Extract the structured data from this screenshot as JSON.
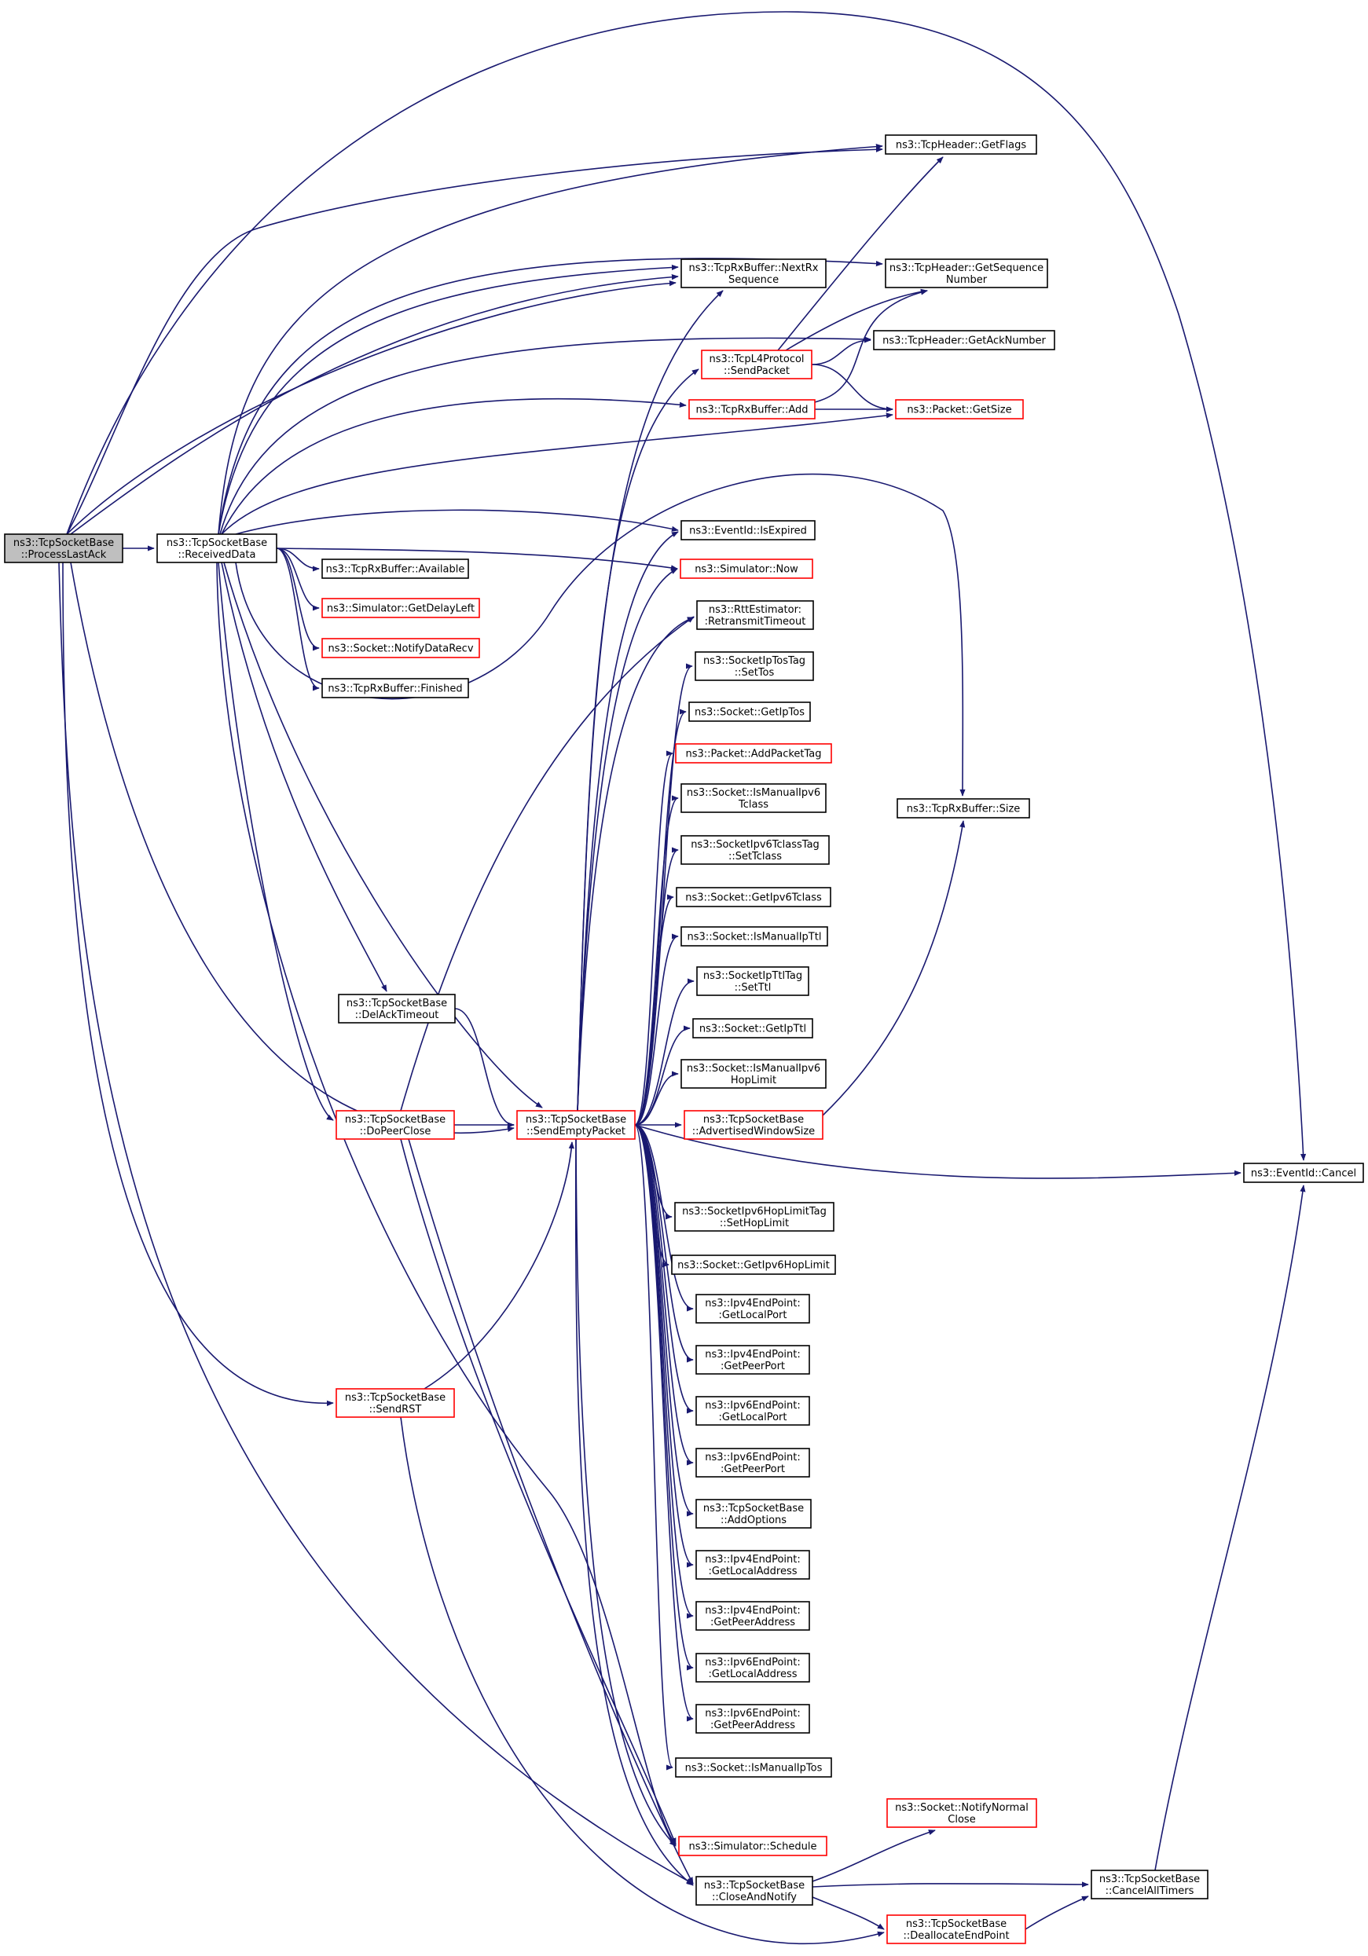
{
  "nodes": [
    {
      "id": "process_last_ack",
      "lines": [
        "ns3::TcpSocketBase",
        "::ProcessLastAck"
      ],
      "style": "root"
    },
    {
      "id": "received_data",
      "lines": [
        "ns3::TcpSocketBase",
        "::ReceivedData"
      ],
      "style": "black"
    },
    {
      "id": "get_flags",
      "lines": [
        "ns3::TcpHeader::GetFlags"
      ],
      "style": "black"
    },
    {
      "id": "next_rx_sequence",
      "lines": [
        "ns3::TcpRxBuffer::NextRx",
        "Sequence"
      ],
      "style": "black"
    },
    {
      "id": "get_sequence_number",
      "lines": [
        "ns3::TcpHeader::GetSequence",
        "Number"
      ],
      "style": "black"
    },
    {
      "id": "get_ack_number",
      "lines": [
        "ns3::TcpHeader::GetAckNumber"
      ],
      "style": "black"
    },
    {
      "id": "tcp_l4_send_packet",
      "lines": [
        "ns3::TcpL4Protocol",
        "::SendPacket"
      ],
      "style": "red"
    },
    {
      "id": "rx_buffer_add",
      "lines": [
        "ns3::TcpRxBuffer::Add"
      ],
      "style": "red"
    },
    {
      "id": "packet_get_size",
      "lines": [
        "ns3::Packet::GetSize"
      ],
      "style": "red"
    },
    {
      "id": "eventid_is_expired",
      "lines": [
        "ns3::EventId::IsExpired"
      ],
      "style": "black"
    },
    {
      "id": "rx_buffer_available",
      "lines": [
        "ns3::TcpRxBuffer::Available"
      ],
      "style": "black"
    },
    {
      "id": "simulator_now",
      "lines": [
        "ns3::Simulator::Now"
      ],
      "style": "red"
    },
    {
      "id": "simulator_get_delay_left",
      "lines": [
        "ns3::Simulator::GetDelayLeft"
      ],
      "style": "red"
    },
    {
      "id": "rtt_retransmit_timeout",
      "lines": [
        "ns3::RttEstimator:",
        ":RetransmitTimeout"
      ],
      "style": "black"
    },
    {
      "id": "socket_notify_data_recv",
      "lines": [
        "ns3::Socket::NotifyDataRecv"
      ],
      "style": "red"
    },
    {
      "id": "socket_ip_tos_tag_set_tos",
      "lines": [
        "ns3::SocketIpTosTag",
        "::SetTos"
      ],
      "style": "black"
    },
    {
      "id": "rx_buffer_finished",
      "lines": [
        "ns3::TcpRxBuffer::Finished"
      ],
      "style": "black"
    },
    {
      "id": "socket_get_ip_tos",
      "lines": [
        "ns3::Socket::GetIpTos"
      ],
      "style": "black"
    },
    {
      "id": "packet_add_packet_tag",
      "lines": [
        "ns3::Packet::AddPacketTag"
      ],
      "style": "red"
    },
    {
      "id": "socket_is_manual_ipv6_tclass",
      "lines": [
        "ns3::Socket::IsManualIpv6",
        "Tclass"
      ],
      "style": "black"
    },
    {
      "id": "rx_buffer_size",
      "lines": [
        "ns3::TcpRxBuffer::Size"
      ],
      "style": "black"
    },
    {
      "id": "socket_ipv6_tclass_tag_set_tclass",
      "lines": [
        "ns3::SocketIpv6TclassTag",
        "::SetTclass"
      ],
      "style": "black"
    },
    {
      "id": "socket_get_ipv6_tclass",
      "lines": [
        "ns3::Socket::GetIpv6Tclass"
      ],
      "style": "black"
    },
    {
      "id": "socket_is_manual_ip_ttl",
      "lines": [
        "ns3::Socket::IsManualIpTtl"
      ],
      "style": "black"
    },
    {
      "id": "socket_ip_ttl_tag_set_ttl",
      "lines": [
        "ns3::SocketIpTtlTag",
        "::SetTtl"
      ],
      "style": "black"
    },
    {
      "id": "del_ack_timeout",
      "lines": [
        "ns3::TcpSocketBase",
        "::DelAckTimeout"
      ],
      "style": "black"
    },
    {
      "id": "socket_get_ip_ttl",
      "lines": [
        "ns3::Socket::GetIpTtl"
      ],
      "style": "black"
    },
    {
      "id": "socket_is_manual_ipv6_hop_limit",
      "lines": [
        "ns3::Socket::IsManualIpv6",
        "HopLimit"
      ],
      "style": "black"
    },
    {
      "id": "do_peer_close",
      "lines": [
        "ns3::TcpSocketBase",
        "::DoPeerClose"
      ],
      "style": "red"
    },
    {
      "id": "send_empty_packet",
      "lines": [
        "ns3::TcpSocketBase",
        "::SendEmptyPacket"
      ],
      "style": "red"
    },
    {
      "id": "advertised_window_size",
      "lines": [
        "ns3::TcpSocketBase",
        "::AdvertisedWindowSize"
      ],
      "style": "red"
    },
    {
      "id": "eventid_cancel",
      "lines": [
        "ns3::EventId::Cancel"
      ],
      "style": "black"
    },
    {
      "id": "socket_ipv6_hop_limit_tag_set_hop_limit",
      "lines": [
        "ns3::SocketIpv6HopLimitTag",
        "::SetHopLimit"
      ],
      "style": "black"
    },
    {
      "id": "socket_get_ipv6_hop_limit",
      "lines": [
        "ns3::Socket::GetIpv6HopLimit"
      ],
      "style": "black"
    },
    {
      "id": "ipv4_endpoint_get_local_port",
      "lines": [
        "ns3::Ipv4EndPoint:",
        ":GetLocalPort"
      ],
      "style": "black"
    },
    {
      "id": "ipv4_endpoint_get_peer_port",
      "lines": [
        "ns3::Ipv4EndPoint:",
        ":GetPeerPort"
      ],
      "style": "black"
    },
    {
      "id": "send_rst",
      "lines": [
        "ns3::TcpSocketBase",
        "::SendRST"
      ],
      "style": "red"
    },
    {
      "id": "ipv6_endpoint_get_local_port",
      "lines": [
        "ns3::Ipv6EndPoint:",
        ":GetLocalPort"
      ],
      "style": "black"
    },
    {
      "id": "ipv6_endpoint_get_peer_port",
      "lines": [
        "ns3::Ipv6EndPoint:",
        ":GetPeerPort"
      ],
      "style": "black"
    },
    {
      "id": "add_options",
      "lines": [
        "ns3::TcpSocketBase",
        "::AddOptions"
      ],
      "style": "black"
    },
    {
      "id": "ipv4_endpoint_get_local_address",
      "lines": [
        "ns3::Ipv4EndPoint:",
        ":GetLocalAddress"
      ],
      "style": "black"
    },
    {
      "id": "ipv4_endpoint_get_peer_address",
      "lines": [
        "ns3::Ipv4EndPoint:",
        ":GetPeerAddress"
      ],
      "style": "black"
    },
    {
      "id": "ipv6_endpoint_get_local_address",
      "lines": [
        "ns3::Ipv6EndPoint:",
        ":GetLocalAddress"
      ],
      "style": "black"
    },
    {
      "id": "ipv6_endpoint_get_peer_address",
      "lines": [
        "ns3::Ipv6EndPoint:",
        ":GetPeerAddress"
      ],
      "style": "black"
    },
    {
      "id": "socket_is_manual_ip_tos",
      "lines": [
        "ns3::Socket::IsManualIpTos"
      ],
      "style": "black"
    },
    {
      "id": "socket_notify_normal_close",
      "lines": [
        "ns3::Socket::NotifyNormal",
        "Close"
      ],
      "style": "red"
    },
    {
      "id": "simulator_schedule",
      "lines": [
        "ns3::Simulator::Schedule"
      ],
      "style": "red"
    },
    {
      "id": "cancel_all_timers",
      "lines": [
        "ns3::TcpSocketBase",
        "::CancelAllTimers"
      ],
      "style": "black"
    },
    {
      "id": "close_and_notify",
      "lines": [
        "ns3::TcpSocketBase",
        "::CloseAndNotify"
      ],
      "style": "black"
    },
    {
      "id": "deallocate_end_point",
      "lines": [
        "ns3::TcpSocketBase",
        "::DeallocateEndPoint"
      ],
      "style": "red"
    }
  ],
  "edges": [
    [
      "process_last_ack",
      "received_data"
    ],
    [
      "process_last_ack",
      "get_flags"
    ],
    [
      "process_last_ack",
      "get_sequence_number"
    ],
    [
      "process_last_ack",
      "next_rx_sequence"
    ],
    [
      "process_last_ack",
      "eventid_cancel"
    ],
    [
      "process_last_ack",
      "send_empty_packet"
    ],
    [
      "process_last_ack",
      "send_rst"
    ],
    [
      "process_last_ack",
      "close_and_notify"
    ],
    [
      "received_data",
      "get_flags"
    ],
    [
      "received_data",
      "get_sequence_number"
    ],
    [
      "received_data",
      "next_rx_sequence"
    ],
    [
      "received_data",
      "get_ack_number"
    ],
    [
      "received_data",
      "rx_buffer_add"
    ],
    [
      "received_data",
      "packet_get_size"
    ],
    [
      "received_data",
      "eventid_is_expired"
    ],
    [
      "received_data",
      "simulator_now"
    ],
    [
      "received_data",
      "rx_buffer_available"
    ],
    [
      "received_data",
      "simulator_get_delay_left"
    ],
    [
      "received_data",
      "socket_notify_data_recv"
    ],
    [
      "received_data",
      "rx_buffer_finished"
    ],
    [
      "received_data",
      "rx_buffer_size"
    ],
    [
      "received_data",
      "del_ack_timeout"
    ],
    [
      "received_data",
      "do_peer_close"
    ],
    [
      "received_data",
      "send_empty_packet"
    ],
    [
      "received_data",
      "simulator_schedule"
    ],
    [
      "tcp_l4_send_packet",
      "get_flags"
    ],
    [
      "tcp_l4_send_packet",
      "get_sequence_number"
    ],
    [
      "tcp_l4_send_packet",
      "get_ack_number"
    ],
    [
      "tcp_l4_send_packet",
      "packet_get_size"
    ],
    [
      "rx_buffer_add",
      "get_sequence_number"
    ],
    [
      "rx_buffer_add",
      "packet_get_size"
    ],
    [
      "del_ack_timeout",
      "send_empty_packet"
    ],
    [
      "do_peer_close",
      "send_empty_packet"
    ],
    [
      "do_peer_close",
      "rtt_retransmit_timeout"
    ],
    [
      "do_peer_close",
      "simulator_schedule"
    ],
    [
      "do_peer_close",
      "close_and_notify"
    ],
    [
      "send_rst",
      "send_empty_packet"
    ],
    [
      "send_rst",
      "deallocate_end_point"
    ],
    [
      "send_empty_packet",
      "next_rx_sequence"
    ],
    [
      "send_empty_packet",
      "tcp_l4_send_packet"
    ],
    [
      "send_empty_packet",
      "eventid_is_expired"
    ],
    [
      "send_empty_packet",
      "simulator_now"
    ],
    [
      "send_empty_packet",
      "rtt_retransmit_timeout"
    ],
    [
      "send_empty_packet",
      "socket_ip_tos_tag_set_tos"
    ],
    [
      "send_empty_packet",
      "socket_get_ip_tos"
    ],
    [
      "send_empty_packet",
      "packet_add_packet_tag"
    ],
    [
      "send_empty_packet",
      "socket_is_manual_ipv6_tclass"
    ],
    [
      "send_empty_packet",
      "socket_ipv6_tclass_tag_set_tclass"
    ],
    [
      "send_empty_packet",
      "socket_get_ipv6_tclass"
    ],
    [
      "send_empty_packet",
      "socket_is_manual_ip_ttl"
    ],
    [
      "send_empty_packet",
      "socket_ip_ttl_tag_set_ttl"
    ],
    [
      "send_empty_packet",
      "socket_get_ip_ttl"
    ],
    [
      "send_empty_packet",
      "socket_is_manual_ipv6_hop_limit"
    ],
    [
      "send_empty_packet",
      "advertised_window_size"
    ],
    [
      "send_empty_packet",
      "eventid_cancel"
    ],
    [
      "send_empty_packet",
      "socket_ipv6_hop_limit_tag_set_hop_limit"
    ],
    [
      "send_empty_packet",
      "socket_get_ipv6_hop_limit"
    ],
    [
      "send_empty_packet",
      "ipv4_endpoint_get_local_port"
    ],
    [
      "send_empty_packet",
      "ipv4_endpoint_get_peer_port"
    ],
    [
      "send_empty_packet",
      "ipv6_endpoint_get_local_port"
    ],
    [
      "send_empty_packet",
      "ipv6_endpoint_get_peer_port"
    ],
    [
      "send_empty_packet",
      "add_options"
    ],
    [
      "send_empty_packet",
      "ipv4_endpoint_get_local_address"
    ],
    [
      "send_empty_packet",
      "ipv4_endpoint_get_peer_address"
    ],
    [
      "send_empty_packet",
      "ipv6_endpoint_get_local_address"
    ],
    [
      "send_empty_packet",
      "ipv6_endpoint_get_peer_address"
    ],
    [
      "send_empty_packet",
      "socket_is_manual_ip_tos"
    ],
    [
      "send_empty_packet",
      "simulator_schedule"
    ],
    [
      "send_empty_packet",
      "close_and_notify"
    ],
    [
      "advertised_window_size",
      "rx_buffer_size"
    ],
    [
      "close_and_notify",
      "socket_notify_normal_close"
    ],
    [
      "close_and_notify",
      "cancel_all_timers"
    ],
    [
      "close_and_notify",
      "deallocate_end_point"
    ],
    [
      "deallocate_end_point",
      "cancel_all_timers"
    ],
    [
      "cancel_all_timers",
      "eventid_cancel"
    ]
  ],
  "colors": {
    "edge": "#191970",
    "root_fill": "#bfbfbf",
    "red_border": "#ff0000",
    "black_border": "#000000"
  }
}
